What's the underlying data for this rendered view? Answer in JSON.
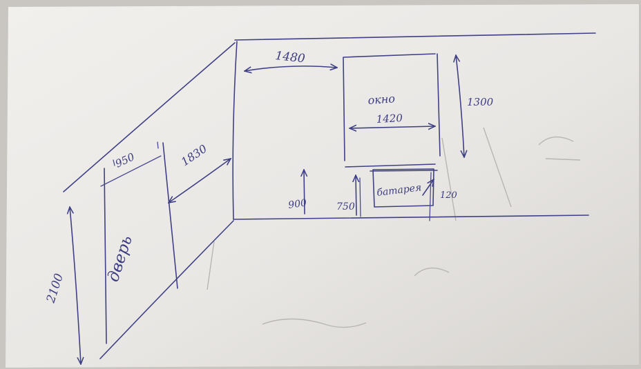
{
  "labels": {
    "wall_width": "1480",
    "window_label": "окно",
    "window_width": "1420",
    "window_height": "1300",
    "door_label": "дверь",
    "door_width": "950",
    "door_height": "2100",
    "door_to_corner": "1830",
    "sill_height": "900",
    "radiator_height": "750",
    "radiator_label": "батарея",
    "radiator_gap": "120"
  },
  "colors": {
    "paper": "#ebe9e6",
    "ink": "#3f3f86"
  }
}
